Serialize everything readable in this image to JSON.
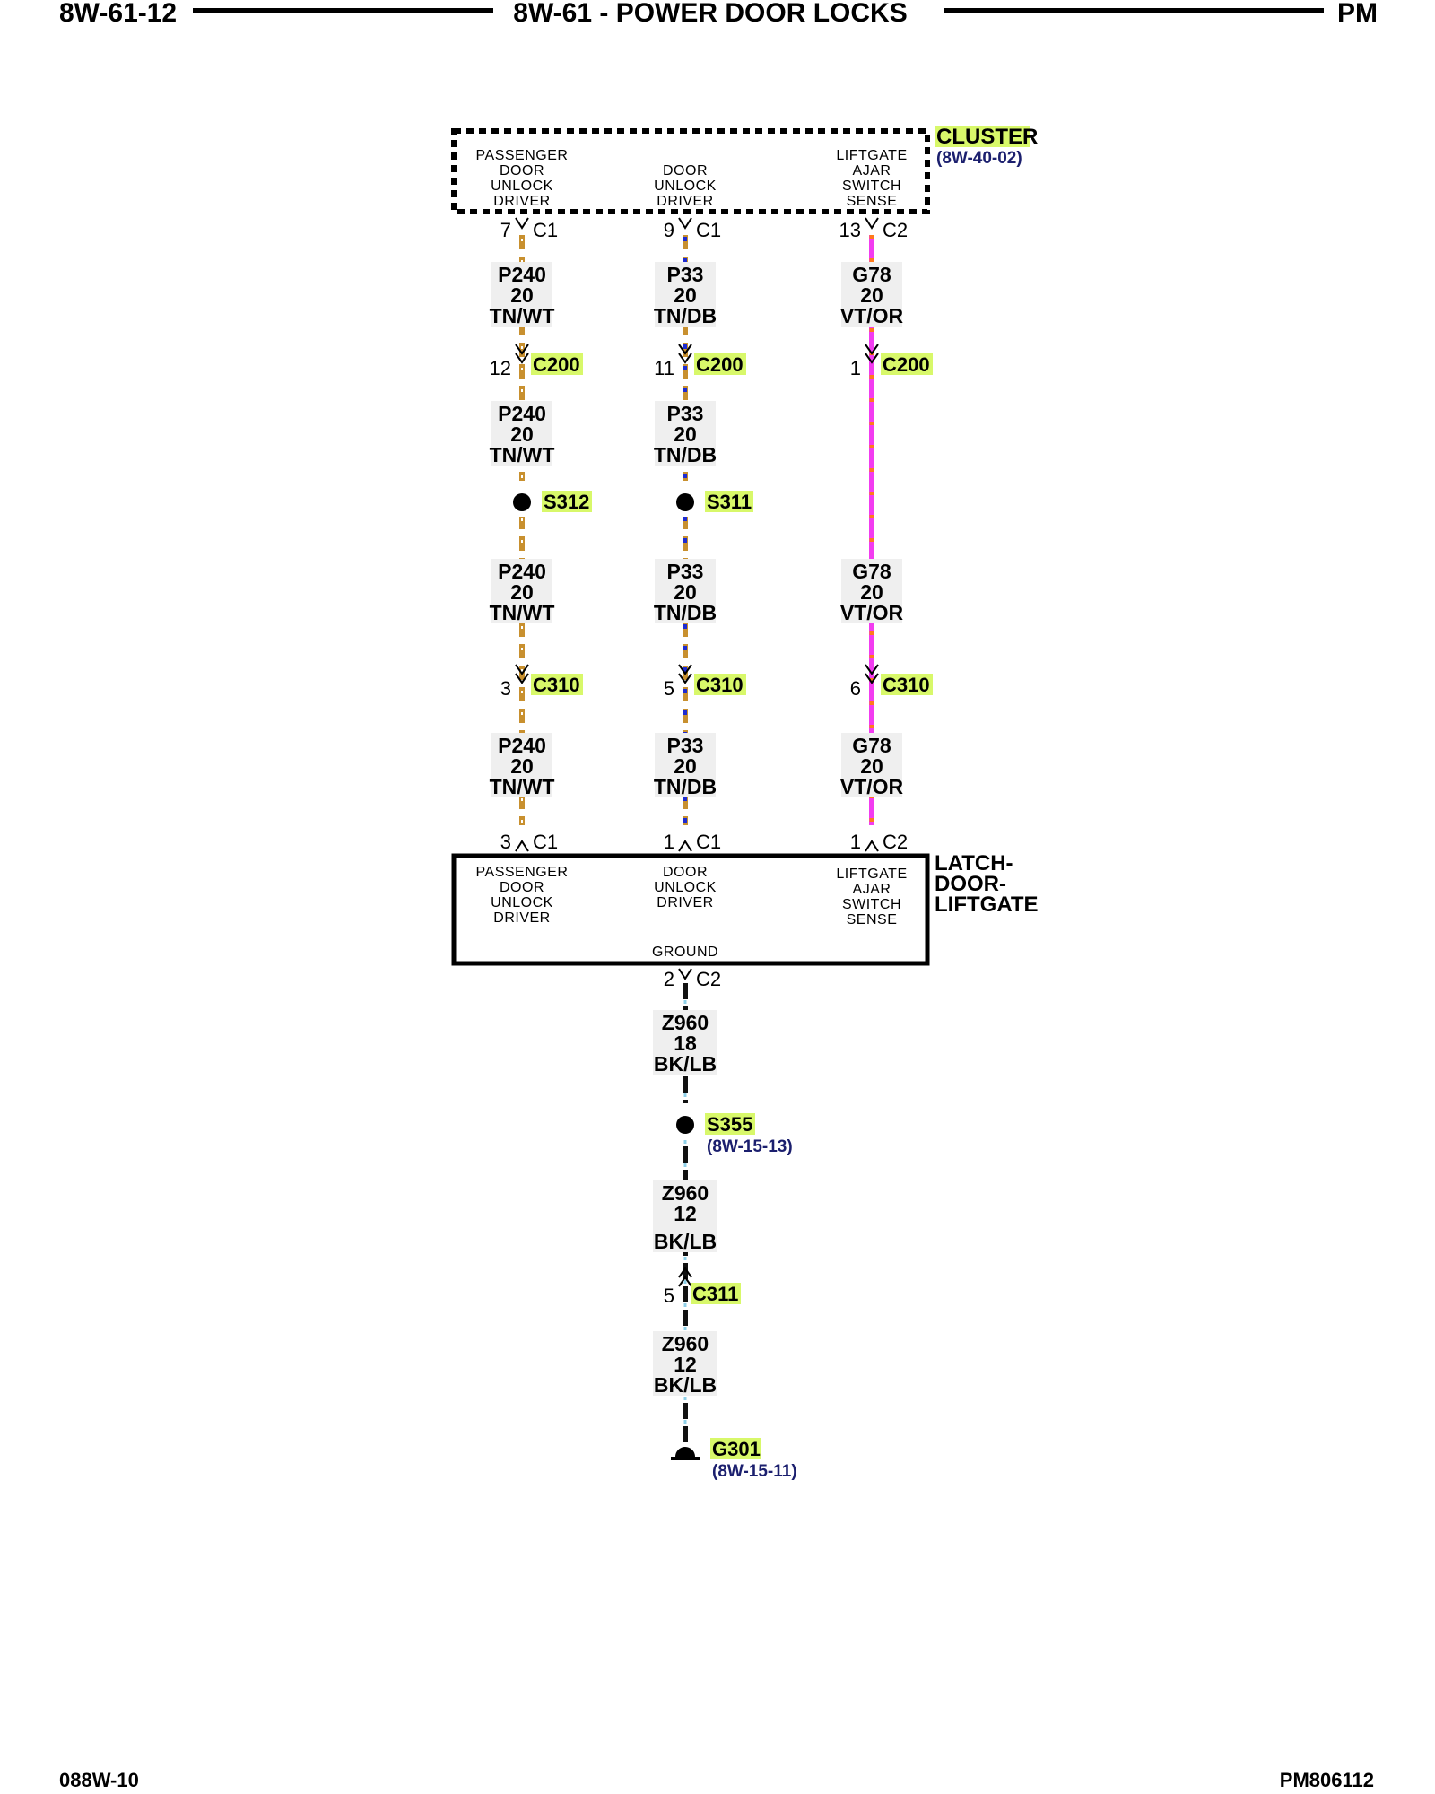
{
  "header": {
    "left": "8W-61-12",
    "center": "8W-61 - POWER DOOR LOCKS",
    "right": "PM"
  },
  "footer": {
    "left": "088W-10",
    "right": "PM806112"
  },
  "colors": {
    "tn_wt": "#c8902f",
    "tn_db": "#c8902f",
    "tn_db_stripe": "#1d2bd1",
    "vt_or": "#f23cf0",
    "vt_or_stripe": "#ff7a1a",
    "bk_lb": "#111111",
    "bk_lb_stripe": "#8fd0e8",
    "highlight": "#d8f86a",
    "ref_text": "#1b1f6e"
  },
  "cluster": {
    "name": "CLUSTER",
    "ref": "(8W-40-02)",
    "pins": {
      "pdud": {
        "l1": "PASSENGER",
        "l2": "DOOR",
        "l3": "UNLOCK",
        "l4": "DRIVER"
      },
      "dud": {
        "l1": "DOOR",
        "l2": "UNLOCK",
        "l3": "DRIVER"
      },
      "lass": {
        "l1": "LIFTGATE",
        "l2": "AJAR",
        "l3": "SWITCH",
        "l4": "SENSE"
      }
    }
  },
  "latch": {
    "n1": "LATCH-",
    "n2": "DOOR-",
    "n3": "LIFTGATE",
    "ground": "GROUND",
    "pins": {
      "pdud": {
        "l1": "PASSENGER",
        "l2": "DOOR",
        "l3": "UNLOCK",
        "l4": "DRIVER"
      },
      "dud": {
        "l1": "DOOR",
        "l2": "UNLOCK",
        "l3": "DRIVER"
      },
      "lass": {
        "l1": "LIFTGATE",
        "l2": "AJAR",
        "l3": "SWITCH",
        "l4": "SENSE"
      }
    }
  },
  "col1": {
    "top_pin": "7",
    "top_conn": "C1",
    "w1": {
      "c": "P240",
      "g": "20",
      "col": "TN/WT"
    },
    "c200_pin": "12",
    "c200": "C200",
    "w2": {
      "c": "P240",
      "g": "20",
      "col": "TN/WT"
    },
    "splice": "S312",
    "w3": {
      "c": "P240",
      "g": "20",
      "col": "TN/WT"
    },
    "c310_pin": "3",
    "c310": "C310",
    "w4": {
      "c": "P240",
      "g": "20",
      "col": "TN/WT"
    },
    "bot_pin": "3",
    "bot_conn": "C1"
  },
  "col2": {
    "top_pin": "9",
    "top_conn": "C1",
    "w1": {
      "c": "P33",
      "g": "20",
      "col": "TN/DB"
    },
    "c200_pin": "11",
    "c200": "C200",
    "w2": {
      "c": "P33",
      "g": "20",
      "col": "TN/DB"
    },
    "splice": "S311",
    "w3": {
      "c": "P33",
      "g": "20",
      "col": "TN/DB"
    },
    "c310_pin": "5",
    "c310": "C310",
    "w4": {
      "c": "P33",
      "g": "20",
      "col": "TN/DB"
    },
    "bot_pin": "1",
    "bot_conn": "C1"
  },
  "col3": {
    "top_pin": "13",
    "top_conn": "C2",
    "w1": {
      "c": "G78",
      "g": "20",
      "col": "VT/OR"
    },
    "c200_pin": "1",
    "c200": "C200",
    "w3": {
      "c": "G78",
      "g": "20",
      "col": "VT/OR"
    },
    "c310_pin": "6",
    "c310": "C310",
    "w4": {
      "c": "G78",
      "g": "20",
      "col": "VT/OR"
    },
    "bot_pin": "1",
    "bot_conn": "C2"
  },
  "ground_path": {
    "latch_pin": "2",
    "latch_conn": "C2",
    "w1": {
      "c": "Z960",
      "g": "18",
      "col": "BK/LB"
    },
    "splice": "S355",
    "splice_ref": "(8W-15-13)",
    "w2": {
      "c": "Z960",
      "g": "12",
      "col": "BK/LB"
    },
    "c311_pin": "5",
    "c311": "C311",
    "w3": {
      "c": "Z960",
      "g": "12",
      "col": "BK/LB"
    },
    "ground": "G301",
    "ground_ref": "(8W-15-11)"
  }
}
